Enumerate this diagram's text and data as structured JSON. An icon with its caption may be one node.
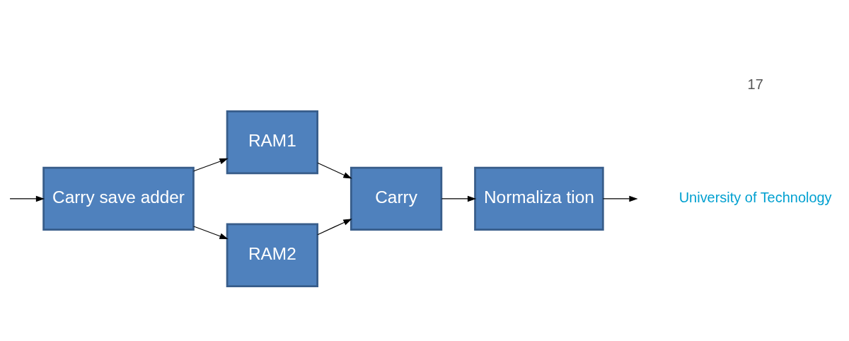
{
  "diagram": {
    "nodes": [
      {
        "text": [
          "Carry save adder"
        ]
      },
      {
        "text": [
          "RAM1"
        ]
      },
      {
        "text": [
          "RAM2"
        ]
      },
      {
        "text": [
          "Carry"
        ]
      },
      {
        "text": [
          "Normaliza tion"
        ]
      }
    ],
    "edges": [
      {
        "from": null,
        "to": 0,
        "arrow": "to"
      },
      {
        "from": 0,
        "to": 1,
        "arrow": "to"
      },
      {
        "from": 0,
        "to": 2,
        "arrow": "to"
      },
      {
        "from": 1,
        "to": 3,
        "arrow": "to"
      },
      {
        "from": 2,
        "to": 3,
        "arrow": "to"
      },
      {
        "from": 3,
        "to": 4,
        "arrow": "to"
      },
      {
        "from": 4,
        "to": null,
        "arrow": "to"
      }
    ],
    "labels": [
      "University of Technology",
      "17"
    ]
  }
}
